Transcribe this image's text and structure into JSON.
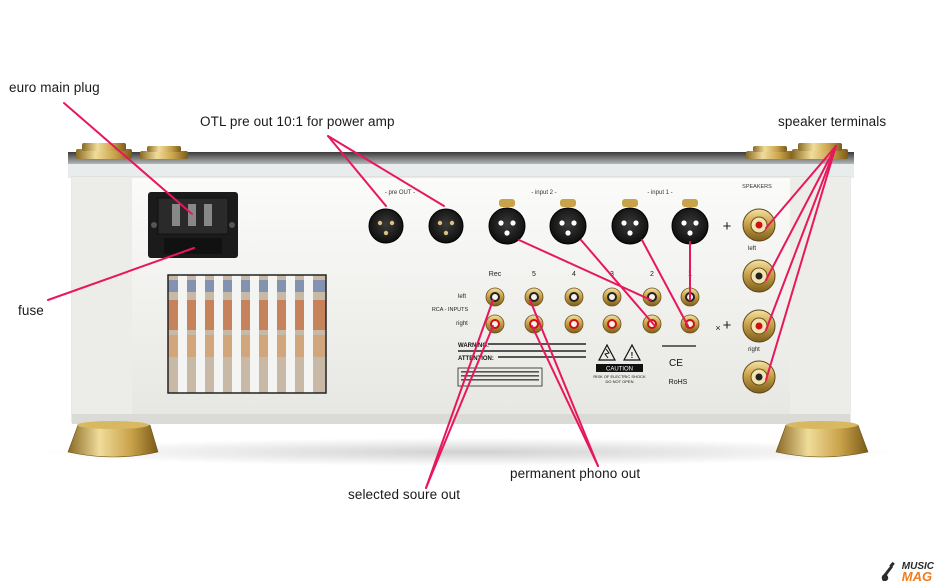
{
  "labels": {
    "euro_main_plug": "euro main plug",
    "otl_pre_out": "OTL pre out 10:1 for power amp",
    "speaker_terminals": "speaker terminals",
    "fuse": "fuse",
    "permanent_phono_out": "permanent phono out",
    "selected_source_out": "selected soure out"
  },
  "panel": {
    "pre_out": "- pre OUT -",
    "input2": "- input 2 -",
    "input1": "- input 1 -",
    "speakers": "SPEAKERS",
    "left": "left",
    "right": "right",
    "rca_inputs": "RCA - INPUTS",
    "rec": "Rec",
    "inputs": [
      "5",
      "4",
      "3",
      "2",
      "1"
    ],
    "warning": "WARNING:",
    "attention": "ATTENTION:",
    "caution": "CAUTION",
    "caution_sub1": "RISK OF ELECTRIC SHOCK",
    "caution_sub2": "DO NOT OPEN",
    "ce": "CE",
    "rohs": "RoHS"
  },
  "watermark": {
    "line1": "MUSIC",
    "line2": "MAG"
  },
  "colors": {
    "annotation_line": "#e8175d",
    "chassis": "#f2f2f0",
    "gold": "#c9a24a"
  }
}
